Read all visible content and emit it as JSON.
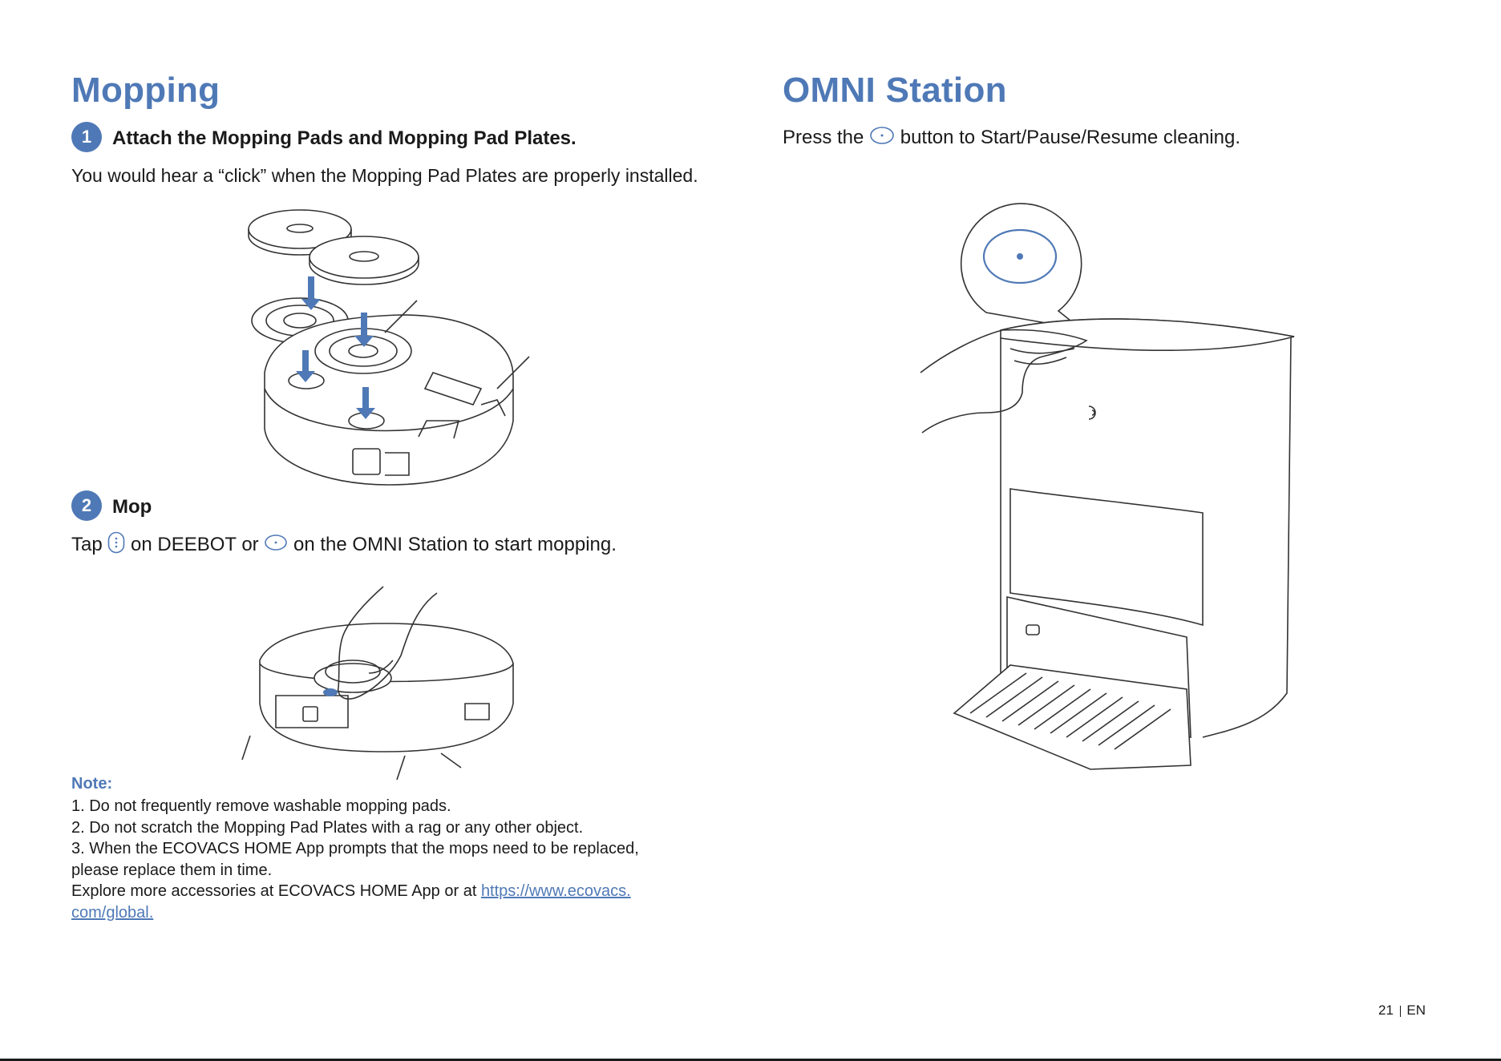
{
  "left": {
    "title": "Mopping",
    "step1": {
      "number": "1",
      "title": "Attach the Mopping Pads and Mopping Pad Plates.",
      "text": "You would hear  a “click” when the Mopping Pad Plates are properly installed."
    },
    "step2": {
      "number": "2",
      "title": "Mop",
      "text_part1": "Tap",
      "text_part2": "on DEEBOT or",
      "text_part3": "on the OMNI Station to start mopping."
    },
    "note": {
      "title": "Note:",
      "lines": [
        "1. Do not frequently remove washable mopping pads.",
        "2. Do not scratch the Mopping Pad Plates with a rag or any other object.",
        "3. When the ECOVACS HOME App prompts that the mops need to be replaced,",
        "please replace them in time."
      ],
      "explore_text": "Explore more accessories at ECOVACS HOME App or at",
      "link_part1": "https://www.ecovacs.",
      "link_part2": "com/global."
    }
  },
  "right": {
    "title": "OMNI Station",
    "text_part1": "Press the",
    "text_part2": "button to Start/Pause/Resume cleaning."
  },
  "footer": {
    "page_number": "21",
    "language": "EN"
  },
  "colors": {
    "accent": "#4f79b6",
    "text": "#1a1a1a",
    "line_art": "#333333"
  },
  "icons": [
    "deebot-button-icon",
    "station-button-icon"
  ]
}
